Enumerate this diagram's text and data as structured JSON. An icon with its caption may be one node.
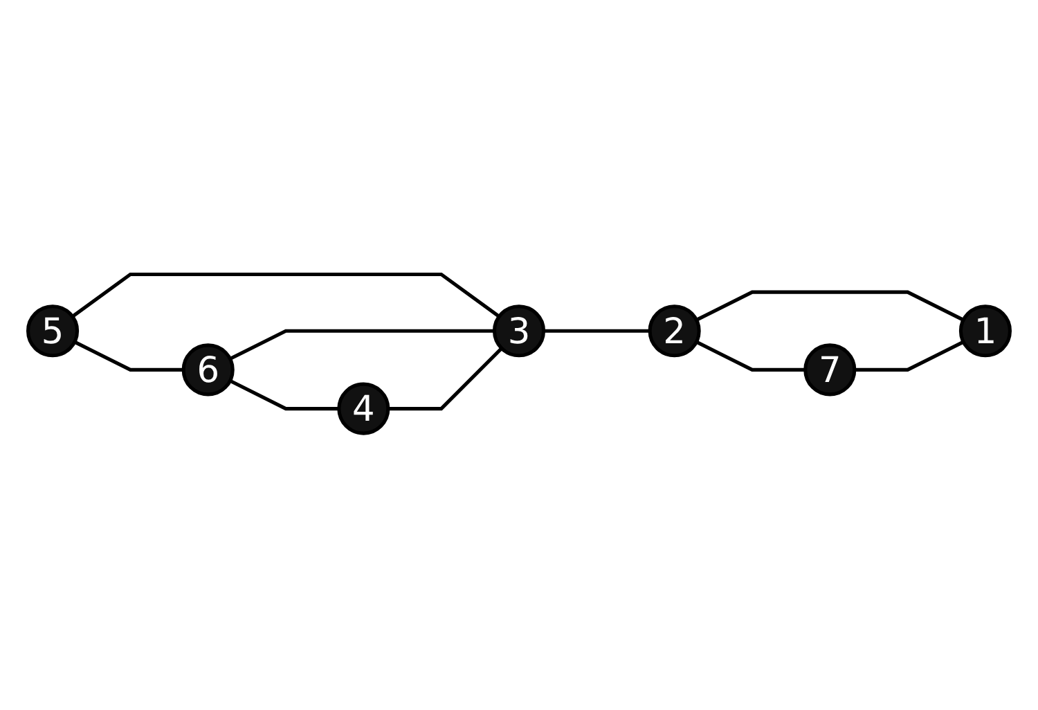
{
  "diagram": {
    "nodes": [
      {
        "text": [
          "6"
        ]
      },
      {
        "text": [
          "4"
        ]
      },
      {
        "text": [
          "5"
        ]
      },
      {
        "text": [
          "3"
        ]
      },
      {
        "text": [
          "2"
        ]
      },
      {
        "text": [
          "1"
        ]
      },
      {
        "text": [
          "7"
        ]
      }
    ],
    "edges": [
      {
        "from": 2,
        "to": 0,
        "arrow": "none"
      },
      {
        "from": 2,
        "to": 3,
        "arrow": "none"
      },
      {
        "from": 0,
        "to": 3,
        "arrow": "none"
      },
      {
        "from": 0,
        "to": 1,
        "arrow": "none"
      },
      {
        "from": 1,
        "to": 3,
        "arrow": "none"
      },
      {
        "from": 3,
        "to": 4,
        "arrow": "none"
      },
      {
        "from": 4,
        "to": 6,
        "arrow": "none"
      },
      {
        "from": 4,
        "to": 5,
        "arrow": "none"
      },
      {
        "from": 6,
        "to": 5,
        "arrow": "none"
      }
    ]
  }
}
